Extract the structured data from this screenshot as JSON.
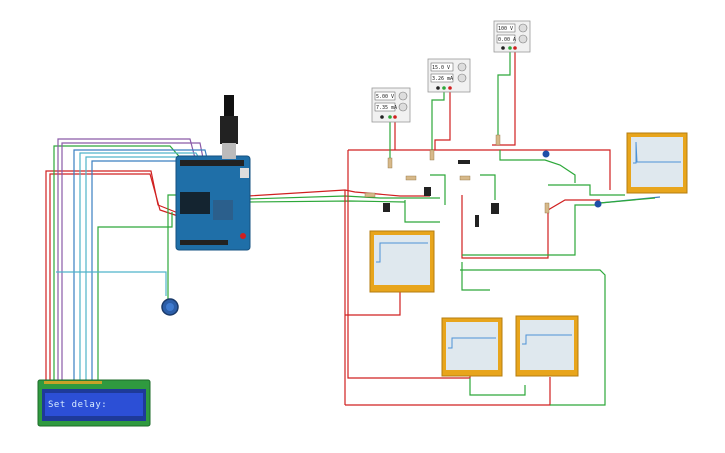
{
  "lcd": {
    "text": "Set delay:"
  },
  "power_supplies": [
    {
      "voltage": "5.00 V",
      "current": "7.35 mA"
    },
    {
      "voltage": "15.0 V",
      "current": "3.26 mA"
    },
    {
      "voltage": "100 V",
      "current": "0.00 A"
    }
  ],
  "colors": {
    "wire_red": "#d02020",
    "wire_green": "#2da83a",
    "wire_purple": "#8a5aa8",
    "wire_blue": "#3a7fc1",
    "wire_cyan": "#4fb3c9",
    "arduino_blue": "#1f6fa8",
    "scope_frame": "#e8a51c",
    "lcd_blue": "#2c4fd6",
    "lcd_board": "#2f9a3f"
  },
  "icons": [
    "arduino-uno-icon",
    "usb-cable-icon",
    "potentiometer-icon",
    "lcd-16x2-icon",
    "oscilloscope-icon",
    "power-supply-icon",
    "resistor-icon",
    "transistor-icon",
    "diode-icon"
  ]
}
